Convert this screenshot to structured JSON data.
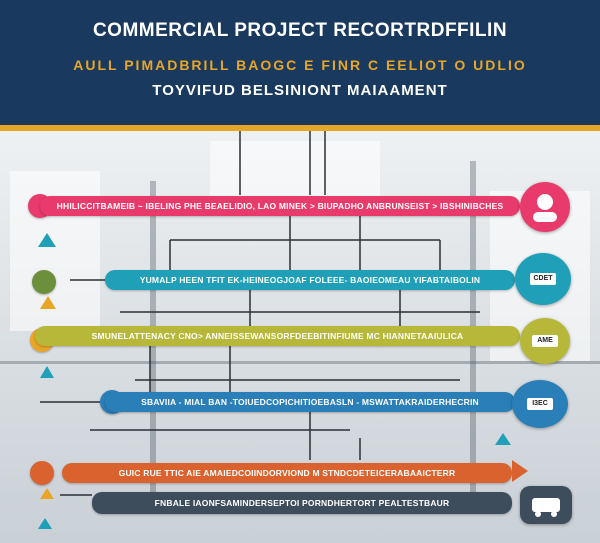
{
  "header": {
    "title": "COMMERCIAL PROJECT RECORTRDFFILIN",
    "subtitle": "AULL PIMADBRILL BAOGC E FINR  C EELIOT  O UDLIO",
    "tagline": "TOYVIFUD BELSINIONT MAIAAMENT"
  },
  "colors": {
    "header_bg": "#193a5e",
    "accent_gold": "#e9a526",
    "pink": "#e83a6b",
    "teal": "#1f9fb8",
    "olive": "#b7b83a",
    "blue": "#2b7fb8",
    "orange": "#d9622e",
    "slate": "#3e4d5c"
  },
  "rows": [
    {
      "label": "HHILICCITBAMEIB ~ IBELING PHE BEAELIDIO, LAO MINEK > BIUPADHO ANBRUNSEIST > IBSHINIBCHES",
      "color": "#e83a6b",
      "dot_color": "#e83a6b",
      "badge_icon": "person-icon",
      "badge_text": ""
    },
    {
      "label": "YUMALP HEEN TFIT EK-HEINEOGJOAF FOLEEE- BAOIEOMEAU YIFABTAIBOLIN",
      "color": "#1f9fb8",
      "dot_color": "#6b8f3a",
      "badge_icon": "laptop-icon",
      "badge_text": "CDET"
    },
    {
      "label": "SMUNELATTENACY CNO> ANNEISSEWANSORFDEEBITINFIUME MC HIANNETAAIULICA",
      "color": "#b7b83a",
      "dot_color": "#e9a526",
      "badge_icon": "megaphone-icon",
      "badge_text": "AME"
    },
    {
      "label": "SBAVIIA - MIAL BAN -TOIUEDCOPICHITIOEBASLN - MSWATTAKRAIDERHECRIN",
      "color": "#2b7fb8",
      "dot_color": "#2b7fb8",
      "badge_icon": "document-icon",
      "badge_text": "I3EC"
    },
    {
      "label": "GUIC RUE TTIC AIE AMAIEDCOIINDORVIOND M STNDCDETEICERABAAICTERR",
      "color": "#d9622e",
      "dot_color": "#d9622e",
      "badge_icon": "triangle-icon",
      "badge_text": ""
    },
    {
      "label": "FNBALE IAONFSAMINDERSEPTOI PORNDHERTORT PEALTESTBAUR",
      "color": "#3e4d5c",
      "dot_color": "#3e4d5c",
      "badge_icon": "vehicle-icon",
      "badge_text": ""
    }
  ]
}
